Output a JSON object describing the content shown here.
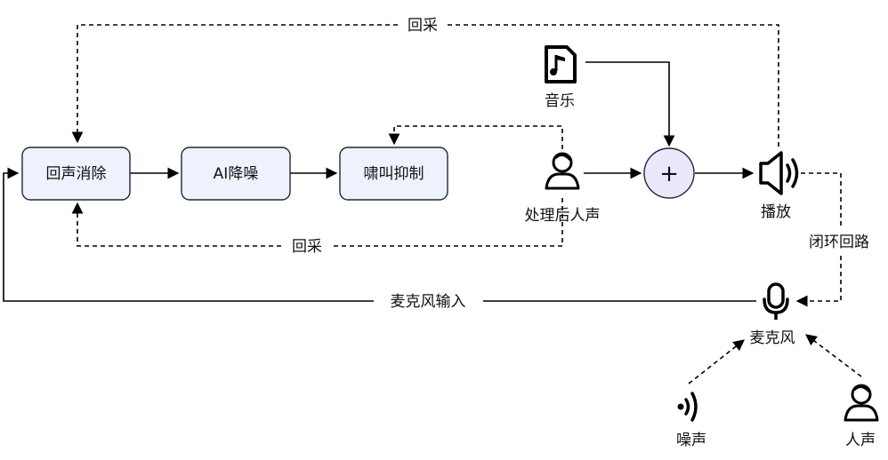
{
  "nodes": {
    "echo_cancel": "回声消除",
    "ai_denoise": "AI降噪",
    "howl_suppress": "啸叫抑制"
  },
  "labels": {
    "music": "音乐",
    "processed_voice": "处理后人声",
    "playback": "播放",
    "mic": "麦克风",
    "noise": "噪声",
    "voice": "人声",
    "loopback_top": "回采",
    "loopback_bottom": "回采",
    "closed_loop": "闭环回路",
    "mic_input": "麦克风输入"
  },
  "mixer_symbol": "+",
  "colors": {
    "box_fill": "#eef2fc",
    "box_stroke": "#1f2937",
    "mixer_fill": "#ece7fb",
    "line": "#000000"
  },
  "icons": [
    "music-file-icon",
    "person-icon",
    "speaker-icon",
    "microphone-icon",
    "sound-wave-icon"
  ]
}
